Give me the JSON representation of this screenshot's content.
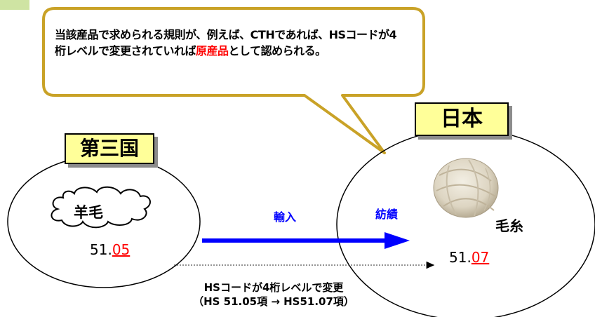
{
  "callout": {
    "text_before": "当該産品で求められる規則が、例えば、CTHであれば、HSコードが4桁レベルで変更されていれば",
    "highlight": "原産品",
    "text_after": "として認められる。"
  },
  "third_country": {
    "title": "第三国",
    "material": "羊毛",
    "code_prefix": "51.",
    "code_highlight": "05"
  },
  "japan": {
    "title": "日本",
    "product": "毛糸",
    "code_prefix": "51.",
    "code_highlight": "07"
  },
  "flow": {
    "import_label": "輸入",
    "spinning_label": "紡績"
  },
  "footnote": {
    "line1": "HSコードが4桁レベルで変更",
    "line2": "（HS 51.05項 → HS51.07項）"
  },
  "colors": {
    "callout_border": "#c9a227",
    "label_box_fill": "#ffff99",
    "arrow": "#0000ff",
    "highlight": "#ff0000"
  }
}
